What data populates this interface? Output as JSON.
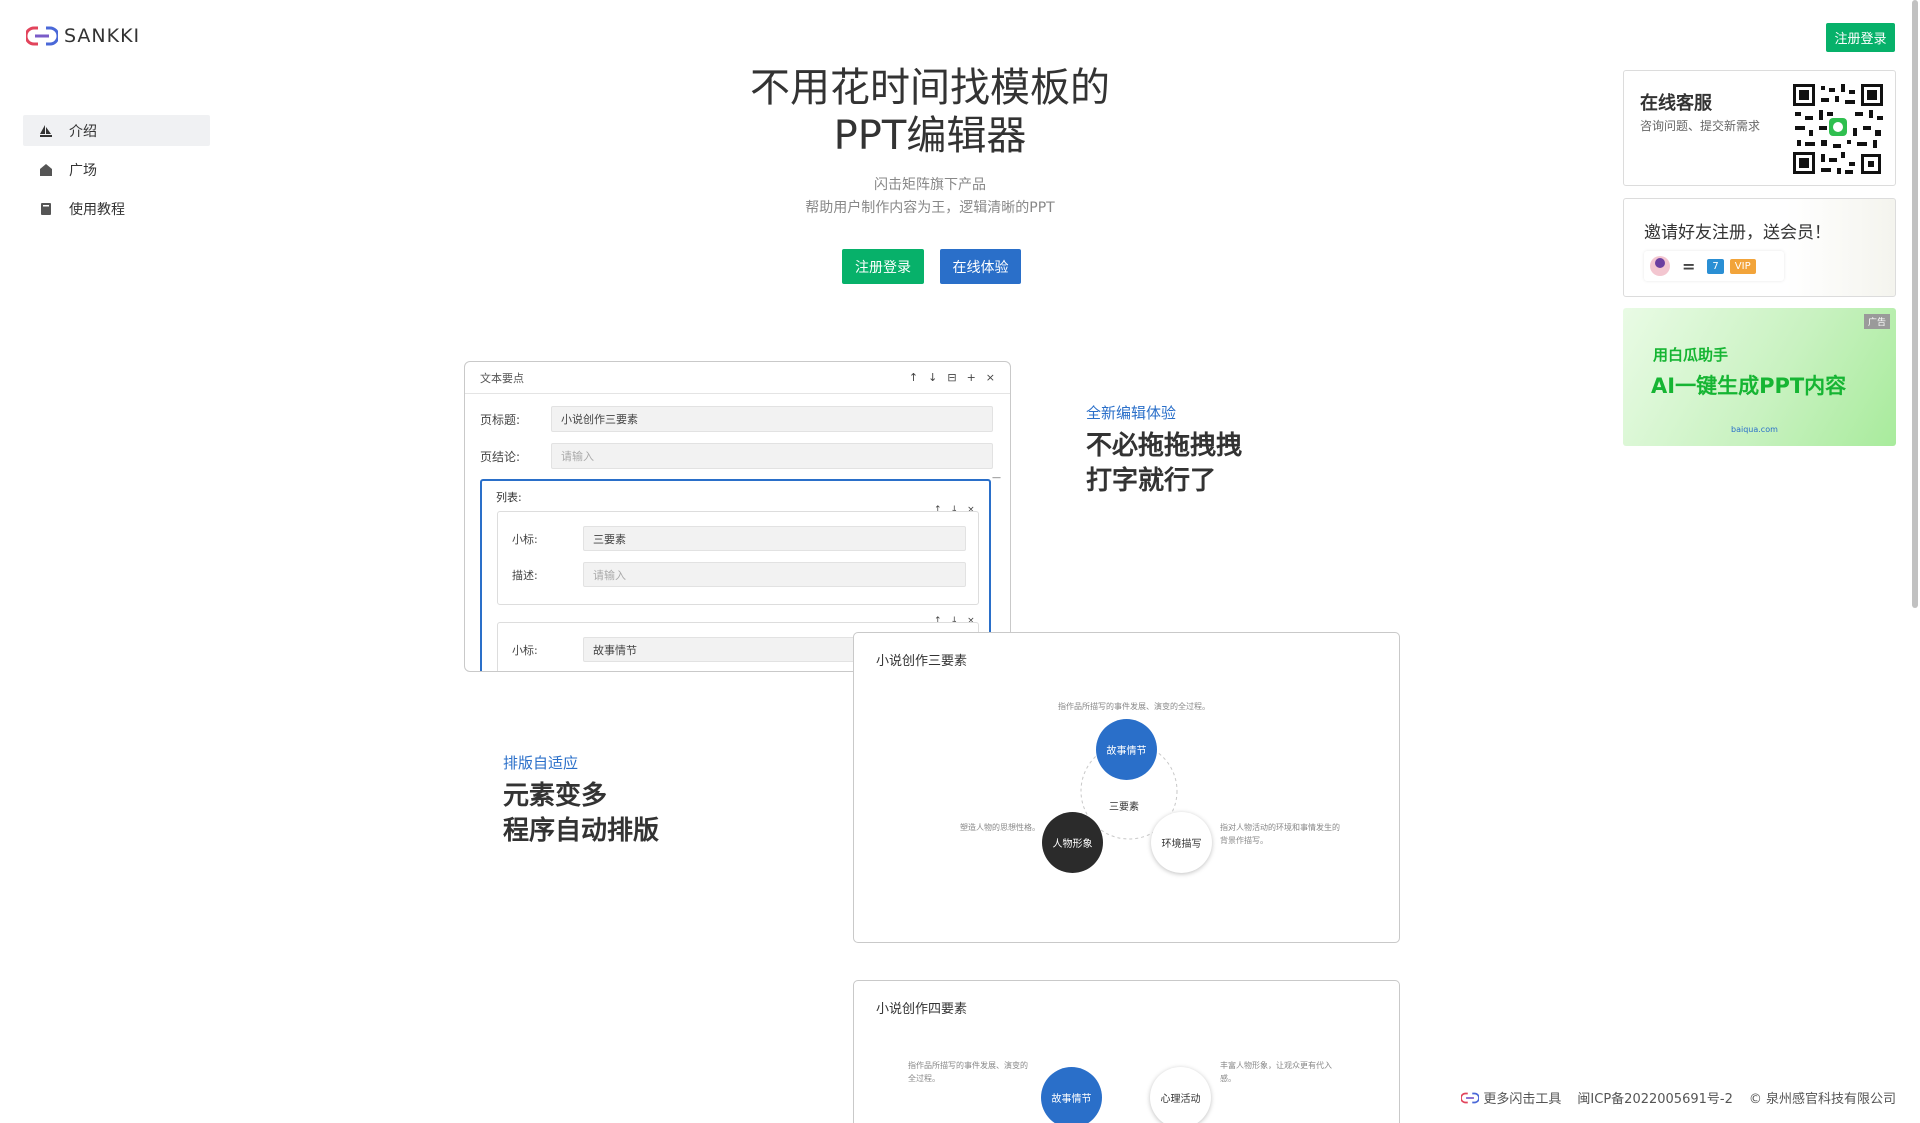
{
  "brand": {
    "name": "SANKKI"
  },
  "sidebar": {
    "items": [
      {
        "label": "介绍",
        "icon": "sailboat-icon",
        "active": true
      },
      {
        "label": "广场",
        "icon": "home-icon",
        "active": false
      },
      {
        "label": "使用教程",
        "icon": "book-icon",
        "active": false
      }
    ]
  },
  "header": {
    "register_label": "注册登录"
  },
  "hero": {
    "title_line1": "不用花时间找模板的",
    "title_line2": "PPT编辑器",
    "subtitle1": "闪击矩阵旗下产品",
    "subtitle2": "帮助用户制作内容为王，逻辑清晰的PPT",
    "register_label": "注册登录",
    "try_label": "在线体验"
  },
  "editor": {
    "header_title": "文本要点",
    "tools": [
      "↑",
      "↓",
      "⊟",
      "+",
      "×"
    ],
    "page_title_label": "页标题:",
    "page_title_value": "小说创作三要素",
    "conclusion_label": "页结论:",
    "conclusion_placeholder": "请输入",
    "list_label": "列表:",
    "item_tools": [
      "↑",
      "↓",
      "×"
    ],
    "items": [
      {
        "sub_label": "小标:",
        "sub_value": "三要素",
        "desc_label": "描述:",
        "desc_placeholder": "请输入"
      },
      {
        "sub_label": "小标:",
        "sub_value": "故事情节"
      }
    ],
    "collapse_symbol": "—"
  },
  "feature1": {
    "tag": "全新编辑体验",
    "line1": "不必拖拖拽拽",
    "line2": "打字就行了"
  },
  "feature2": {
    "tag": "排版自适应",
    "line1": "元素变多",
    "line2": "程序自动排版"
  },
  "slide1": {
    "title": "小说创作三要素",
    "center": "三要素",
    "node_plot": "故事情节",
    "node_character": "人物形象",
    "node_environment": "环境描写",
    "note_plot": "指作品所描写的事件发展、演变的全过程。",
    "note_character": "塑造人物的思想性格。",
    "note_environment": "指对人物活动的环境和事情发生的背景作描写。"
  },
  "slide2": {
    "title": "小说创作四要素",
    "node_plot": "故事情节",
    "node_psych": "心理活动",
    "note_plot": "指作品所描写的事件发展、演变的全过程。",
    "note_psych": "丰富人物形象，让观众更有代入感。"
  },
  "panels": {
    "service_title": "在线客服",
    "service_desc": "咨询问题、提交新需求",
    "invite_title": "邀请好友注册，送会员！",
    "invite_days": "7",
    "invite_vip": "VIP",
    "ad_tag": "广告",
    "ad_brand": "用白瓜助手",
    "ad_headline": "AI一键生成PPT内容",
    "ad_url": "baiqua.com"
  },
  "footer": {
    "tools_label": "更多闪击工具",
    "icp": "闽ICP备2022005691号-2",
    "copyright": "© 泉州感官科技有限公司"
  },
  "colors": {
    "green": "#07b16a",
    "blue": "#2a6fc9",
    "dark": "#2b2b2b"
  }
}
